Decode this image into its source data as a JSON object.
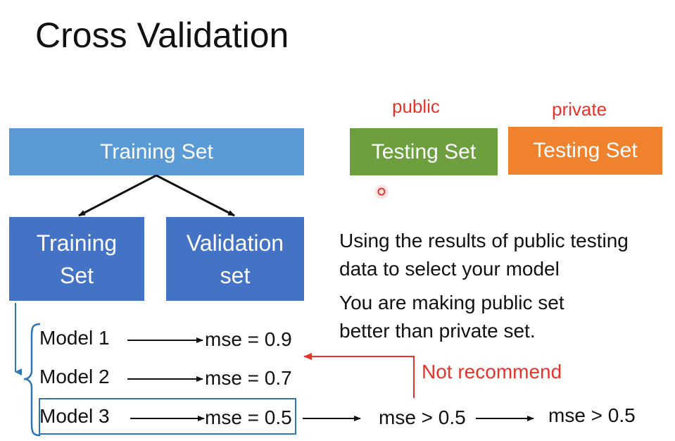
{
  "slide": {
    "title": "Cross Validation"
  },
  "boxes": {
    "training_set_main": "Training Set",
    "public_testing": "Testing Set",
    "private_testing": "Testing Set",
    "training_set_sub": [
      "Training",
      "Set"
    ],
    "validation_set": [
      "Validation",
      "set"
    ]
  },
  "labels": {
    "public": "public",
    "private": "private",
    "not_recommend": "Not recommend"
  },
  "notes": [
    "Using the results of public testing",
    "data to select your model",
    "You are making public set",
    "better than private set."
  ],
  "models": [
    {
      "name": "Model 1",
      "mse": "mse = 0.9"
    },
    {
      "name": "Model 2",
      "mse": "mse = 0.7"
    },
    {
      "name": "Model 3",
      "mse": "mse = 0.5"
    }
  ],
  "results": {
    "public_mse": "mse > 0.5",
    "private_mse": "mse > 0.5"
  },
  "colors": {
    "training_set_main": "#5b9bd5",
    "training_validation": "#4472c4",
    "public_testing": "#6d9f3e",
    "private_testing": "#f0822d",
    "annotation_red": "#e8332a",
    "bracket_blue": "#2e75b6"
  }
}
